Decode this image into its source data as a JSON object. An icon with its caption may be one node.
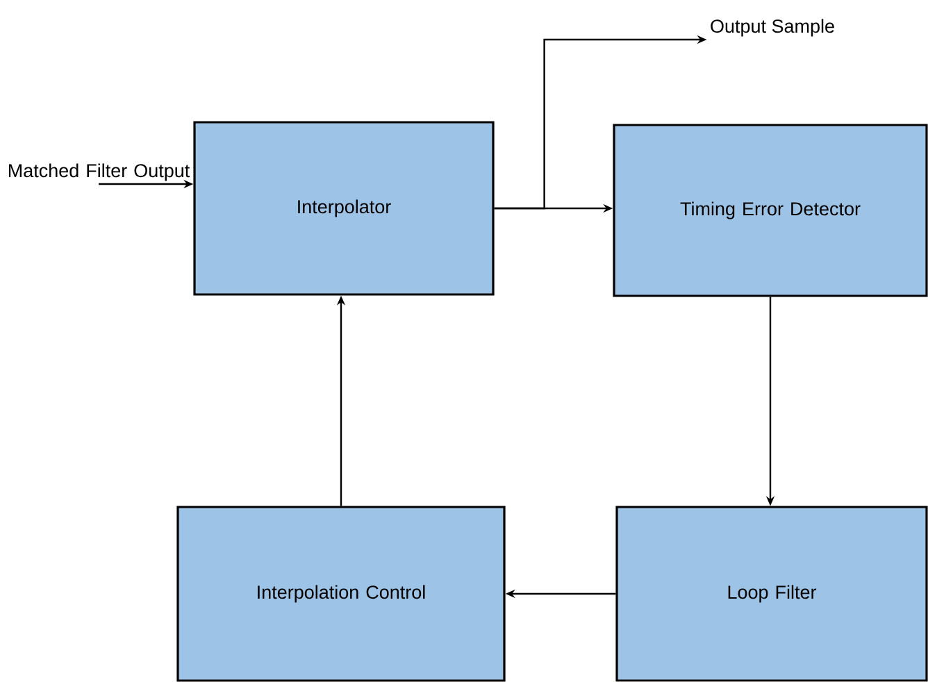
{
  "diagram": {
    "nodes": [
      {
        "text": [
          "Output Sample"
        ]
      },
      {
        "text": [
          "Matched Filter Output"
        ]
      },
      {
        "text": [
          "Interpolator"
        ]
      },
      {
        "text": [
          "Timing Error Detector"
        ]
      },
      {
        "text": [
          "Interpolation Control"
        ]
      },
      {
        "text": [
          "Loop Filter"
        ]
      }
    ],
    "edges": [
      {
        "from": 1,
        "to": 2,
        "arrow": "to"
      },
      {
        "from": 2,
        "to": 3,
        "arrow": "to"
      },
      {
        "from": 2,
        "to": 0,
        "arrow": "to"
      },
      {
        "from": 3,
        "to": 5,
        "arrow": "to"
      },
      {
        "from": 5,
        "to": 4,
        "arrow": "to"
      },
      {
        "from": 4,
        "to": 2,
        "arrow": "to"
      }
    ]
  }
}
